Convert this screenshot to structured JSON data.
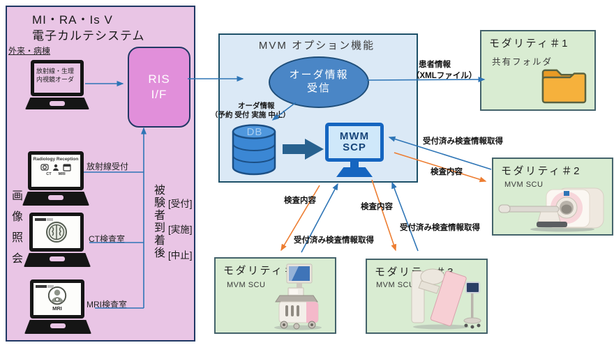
{
  "emr": {
    "title_line1": "MI・RA・Is V",
    "title_line2": "電子カルテシステム",
    "section_label": "外来・病棟",
    "order_terminal": {
      "line1": "放射線・生理",
      "line2": "内視鏡オーダ"
    },
    "ris": {
      "line1": "RIS",
      "line2": "I/F"
    },
    "image_inquiry_vertical": "画像照会",
    "arrival_vertical": "被験者到着後",
    "statuses": [
      "[受付]",
      "[実施]",
      "[中止]"
    ],
    "terminals": [
      {
        "label": "放射線受付",
        "screen_title": "Radiology Reception",
        "icon_label_ct": "CT",
        "icon_label_mri": "MRI"
      },
      {
        "label": "CT検査室"
      },
      {
        "label": "MRI検査室",
        "screen_text": "MRI"
      }
    ]
  },
  "mvm": {
    "title": "MVM オプション機能",
    "receive": {
      "line1": "オーダ情報",
      "line2": "受信"
    },
    "order_note": {
      "line1": "オーダ情報",
      "line2": "（予約 受付 実施 中止）"
    },
    "db_label": "DB",
    "mwm": {
      "line1": "MWM",
      "line2": "SCP"
    }
  },
  "modalities": [
    {
      "name": "モダリティ＃1",
      "sub": "共有フォルダ"
    },
    {
      "name": "モダリティ＃2",
      "sub": "MVM SCU"
    },
    {
      "name": "モダリティ＃3",
      "sub": "MVM SCU"
    },
    {
      "name": "モダリティ＃4",
      "sub": "MVM SCU"
    }
  ],
  "flows": {
    "patient_info_line1": "患者情報",
    "patient_info_line2": "（XMLファイル）",
    "fetched_label": "受付済み検査情報取得",
    "exam_label": "検査内容"
  },
  "colors": {
    "pink_panel": "#e9c5e5",
    "ris_node": "#e18fda",
    "blue_panel": "#dbe9f6",
    "ellipse_node": "#4a86c6",
    "green_panel": "#d9ecd2",
    "arrow_blue": "#2e75b6",
    "arrow_orange": "#ed7d31",
    "db_blue": "#3b87d4",
    "monitor_blue": "#1565c0",
    "folder_orange": "#f6b13c"
  }
}
